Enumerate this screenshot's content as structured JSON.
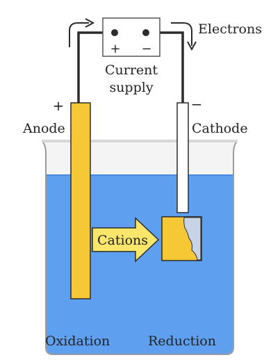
{
  "colors": {
    "solution": "#5ea0ef",
    "solution_dark": "#4a8be0",
    "electrode_gold": "#f7c836",
    "cathode_plate": "#ffffff",
    "deposit_gray": "#c9d3e6",
    "wire": "#2b2b2b",
    "arrow_fill": "#f9e66a"
  },
  "supply": {
    "plus": "+",
    "minus": "−",
    "label_line1": "Current",
    "label_line2": "supply"
  },
  "electrons_label": "Electrons",
  "anode": {
    "sign": "+",
    "label": "Anode"
  },
  "cathode": {
    "sign": "−",
    "label": "Cathode"
  },
  "cations_label": "Cations",
  "oxidation_label": "Oxidation",
  "reduction_label": "Reduction"
}
